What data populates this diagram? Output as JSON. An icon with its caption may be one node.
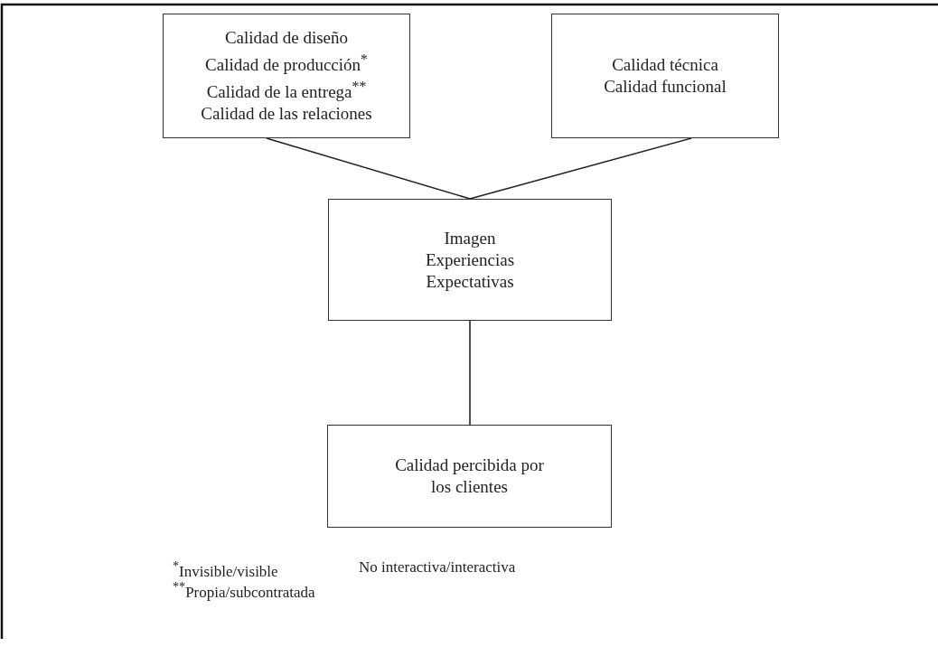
{
  "diagram": {
    "nodes": [
      {
        "text": [
          "Calidad de diseño",
          "Calidad de producción$^{*}$",
          "Calidad de la entrega$^{**}$",
          "Calidad de las relaciones"
        ]
      },
      {
        "text": [
          "Calidad técnica",
          "Calidad funcional"
        ]
      },
      {
        "text": [
          "Imagen",
          "Experiencias",
          "Expectativas"
        ]
      },
      {
        "text": [
          "Calidad percibida por los clientes"
        ]
      }
    ],
    "edges": [
      {
        "from": 0,
        "to": 2,
        "arrow": "none"
      },
      {
        "from": 1,
        "to": 2,
        "arrow": "none"
      },
      {
        "from": 2,
        "to": 3,
        "arrow": "none"
      }
    ],
    "labels": [
      "$^{*}$Invisible/visible",
      "No interactiva/interactiva",
      "$^{**}$Propia/subcontratada"
    ]
  }
}
